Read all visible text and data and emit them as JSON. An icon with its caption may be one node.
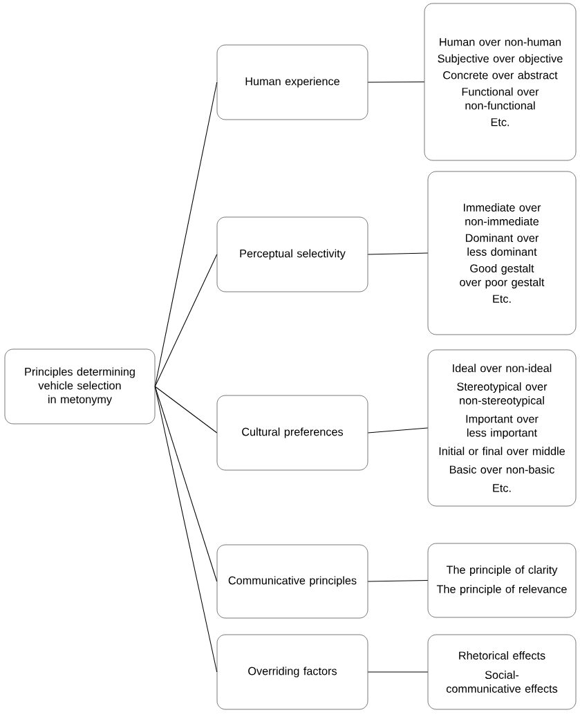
{
  "diagram": {
    "nodes": [
      {
        "text": [
          "Principles determining vehicle selection in metonymy"
        ]
      },
      {
        "text": [
          "Human experience"
        ]
      },
      {
        "text": [
          "Human over non-human",
          "Subjective over objective",
          "Concrete over abstract",
          "Functional over non-functional",
          "Etc."
        ]
      },
      {
        "text": [
          "Perceptual selectivity"
        ]
      },
      {
        "text": [
          "Immediate over non-immediate",
          "Dominant over less dominant",
          "Good gestalt over poor gestalt",
          "Etc."
        ]
      },
      {
        "text": [
          "Cultural preferences"
        ]
      },
      {
        "text": [
          "Ideal over non-ideal",
          "Stereotypical over non-stereotypical",
          "Important over less important",
          "Initial or final over middle",
          "Basic over non-basic",
          "Etc."
        ]
      },
      {
        "text": [
          "Communicative principles"
        ]
      },
      {
        "text": [
          "The principle of clarity",
          "The principle of relevance"
        ]
      },
      {
        "text": [
          "Overriding factors"
        ]
      },
      {
        "text": [
          "Rhetorical effects",
          "Social-communicative effects"
        ]
      }
    ],
    "edges": [
      {
        "from": 0,
        "to": 1,
        "arrow": "none"
      },
      {
        "from": 0,
        "to": 3,
        "arrow": "none"
      },
      {
        "from": 0,
        "to": 5,
        "arrow": "none"
      },
      {
        "from": 0,
        "to": 7,
        "arrow": "none"
      },
      {
        "from": 0,
        "to": 9,
        "arrow": "none"
      },
      {
        "from": 1,
        "to": 2,
        "arrow": "none"
      },
      {
        "from": 3,
        "to": 4,
        "arrow": "none"
      },
      {
        "from": 5,
        "to": 6,
        "arrow": "none"
      },
      {
        "from": 7,
        "to": 8,
        "arrow": "none"
      },
      {
        "from": 9,
        "to": 10,
        "arrow": "none"
      }
    ]
  }
}
